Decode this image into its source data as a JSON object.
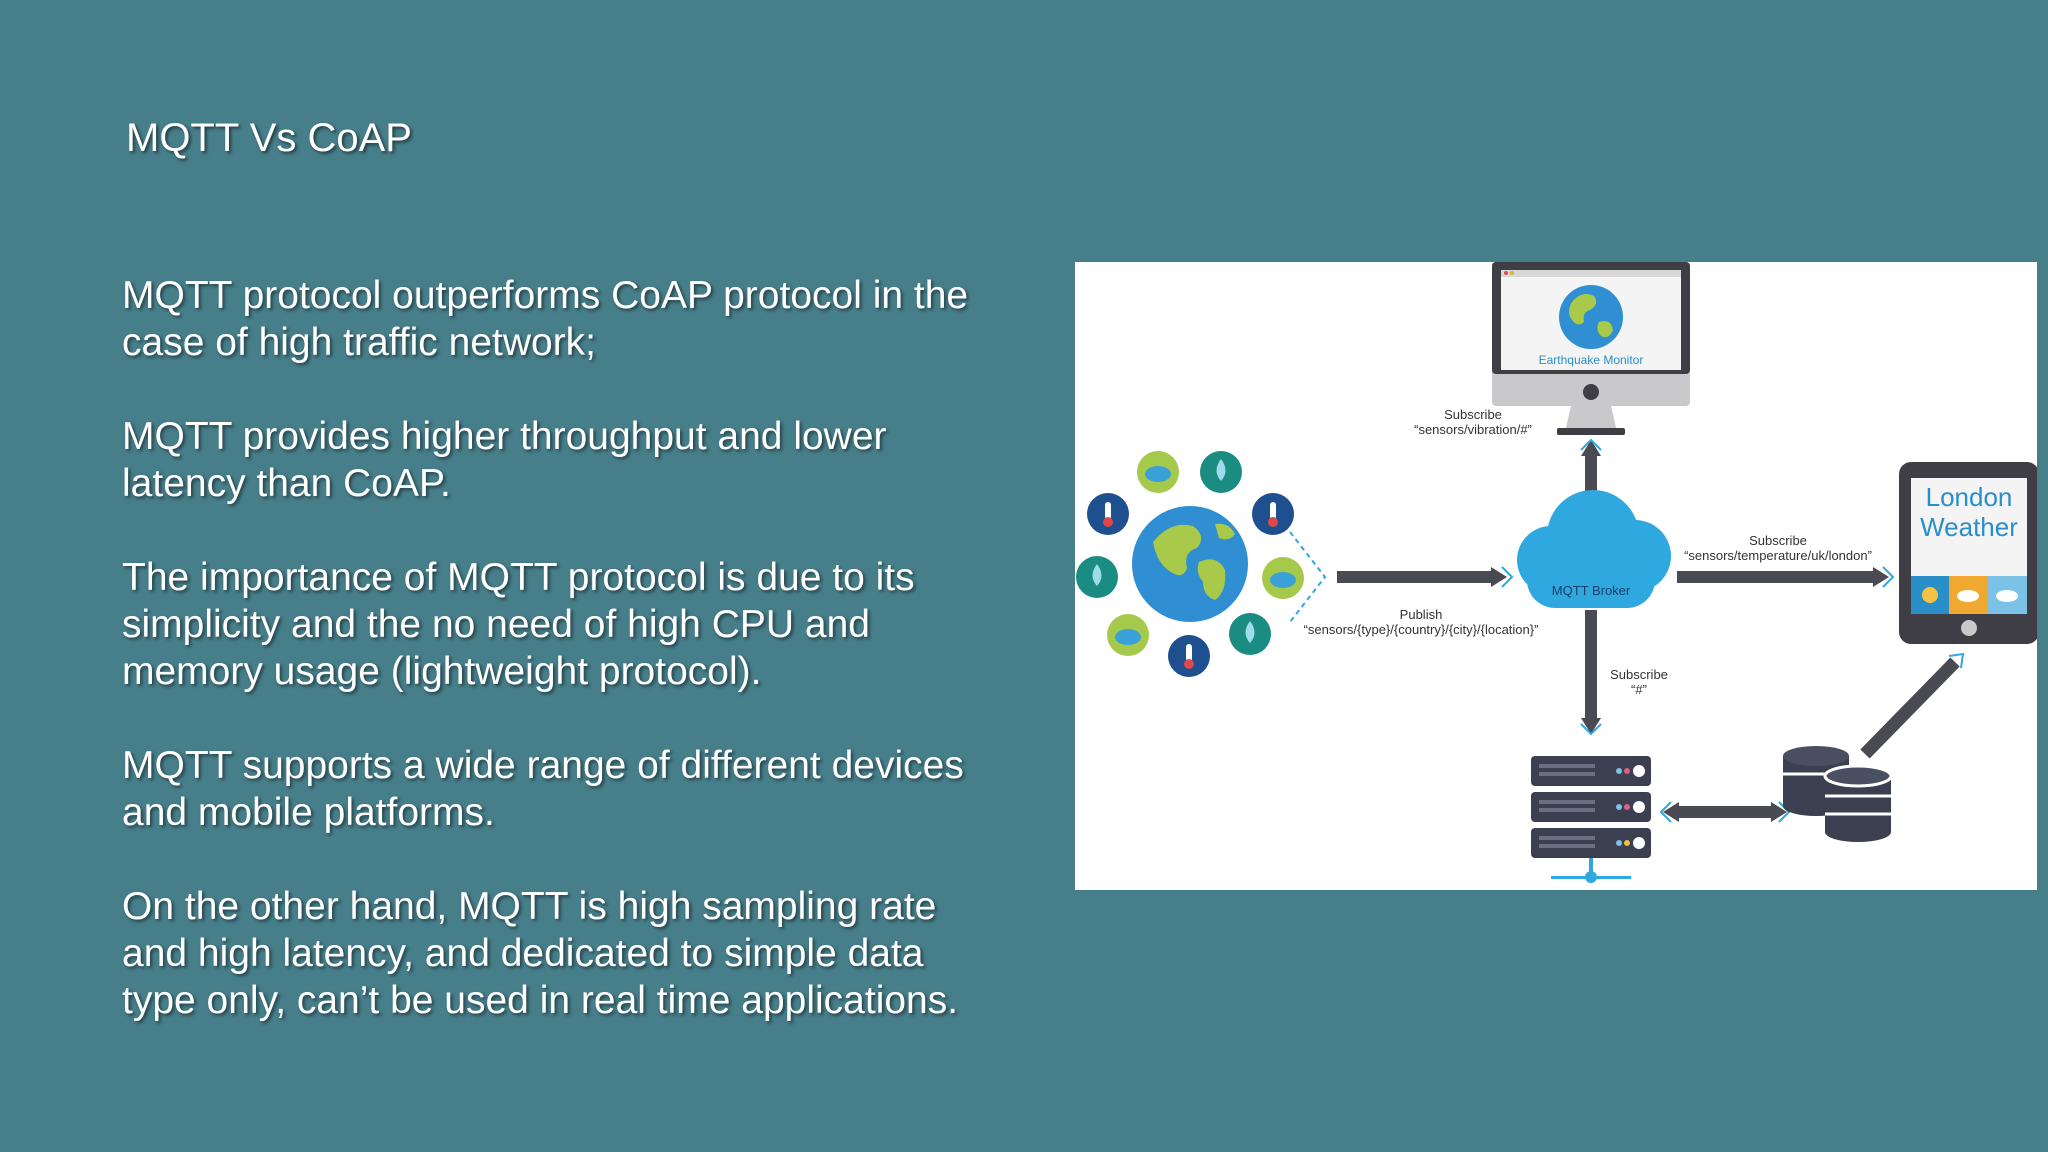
{
  "slide": {
    "title": "MQTT Vs CoAP",
    "bullets": [
      "MQTT protocol outperforms CoAP protocol in the case of high traffic network;",
      "MQTT provides higher throughput and lower latency than CoAP.",
      "The importance of MQTT protocol is due to its simplicity and the no need of high CPU and memory usage (lightweight protocol).",
      "MQTT supports a wide range of different devices and mobile platforms.",
      "On the other hand, MQTT is high sampling rate and high latency, and dedicated to simple data type only, can’t be used in real time applications."
    ]
  },
  "diagram": {
    "monitor_label": "Earthquake Monitor",
    "broker_label": "MQTT Broker",
    "tablet_line1": "London",
    "tablet_line2": "Weather",
    "subscribe_top_1": "Subscribe",
    "subscribe_top_2": "“sensors/vibration/#”",
    "subscribe_right_1": "Subscribe",
    "subscribe_right_2": "“sensors/temperature/uk/london”",
    "publish_1": "Publish",
    "publish_2": "“sensors/{type}/{country}/{city}/{location}”",
    "subscribe_bottom_1": "Subscribe",
    "subscribe_bottom_2": "“#”",
    "colors": {
      "background": "#467e8a",
      "cloud": "#2fa8e0",
      "arrow": "#4a4a52",
      "server": "#3b3f4f",
      "sensor_navy": "#1e4f8f",
      "sensor_teal": "#1a8c82",
      "sensor_lime": "#a5c94a"
    }
  }
}
